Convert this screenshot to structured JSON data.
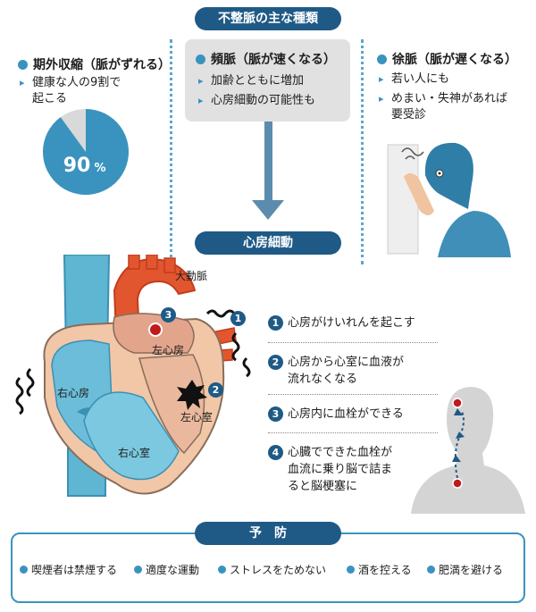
{
  "header": {
    "title": "不整脈の主な種類",
    "middle_title": "心房細動",
    "prevention_title": "予　防"
  },
  "types": [
    {
      "title": "期外収縮（脈がずれる）",
      "bullets": [
        "健康な人の9割で",
        "起こる"
      ]
    },
    {
      "title": "頻脈（脈が速くなる）",
      "bullets": [
        "加齢とともに増加",
        "心房細動の可能性も"
      ]
    },
    {
      "title": "徐脈（脈が遅くなる）",
      "bullets": [
        "若い人にも",
        "めまい・失神があれば",
        "要受診"
      ]
    }
  ],
  "pie": {
    "percent_label": "90",
    "unit": "%",
    "value": 90
  },
  "heart_labels": {
    "aorta": "大動脈",
    "left_atrium": "左心房",
    "right_atrium": "右心房",
    "left_ventricle": "左心室",
    "right_ventricle": "右心室",
    "marker_1": "1",
    "marker_2": "2",
    "marker_3": "3"
  },
  "steps": [
    {
      "num": "1",
      "lines": [
        "心房がけいれんを起こす"
      ]
    },
    {
      "num": "2",
      "lines": [
        "心房から心室に血液が",
        "流れなくなる"
      ]
    },
    {
      "num": "3",
      "lines": [
        "心房内に血栓ができる"
      ]
    },
    {
      "num": "4",
      "lines": [
        "心臓でできた血栓が",
        "血流に乗り脳で詰ま",
        "ると脳梗塞に"
      ]
    }
  ],
  "prevention": [
    "喫煙者は禁煙する",
    "適度な運動",
    "ストレスをためない",
    "酒を控える",
    "肥満を避ける"
  ],
  "colors": {
    "navy": "#1f5a86",
    "accent_blue": "#3a93bf",
    "heart_red": "#e2562f",
    "vessel_blue": "#5fb6d3",
    "gray": "#e1e1e1"
  }
}
